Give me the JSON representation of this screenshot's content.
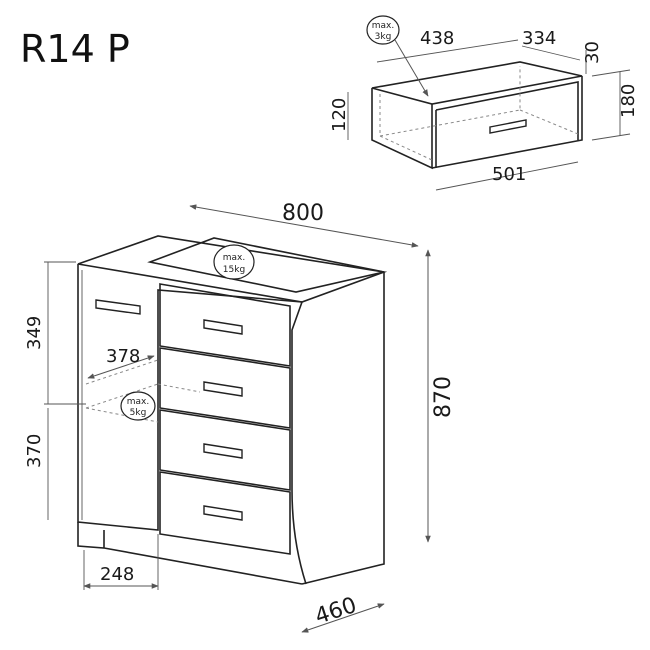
{
  "title": "R14 P",
  "drawer_dims": {
    "inner_width": "438",
    "depth": "334",
    "front_height": "30",
    "height": "180",
    "side_height": "120",
    "width": "501",
    "max_load_line1": "max.",
    "max_load_line2": "3kg"
  },
  "cabinet_dims": {
    "width": "800",
    "height": "870",
    "depth": "460",
    "upper_compartment": "349",
    "lower_compartment": "370",
    "shelf_depth": "378",
    "door_width": "248",
    "top_max_line1": "max.",
    "top_max_line2": "15kg",
    "shelf_max_line1": "max.",
    "shelf_max_line2": "5kg"
  }
}
